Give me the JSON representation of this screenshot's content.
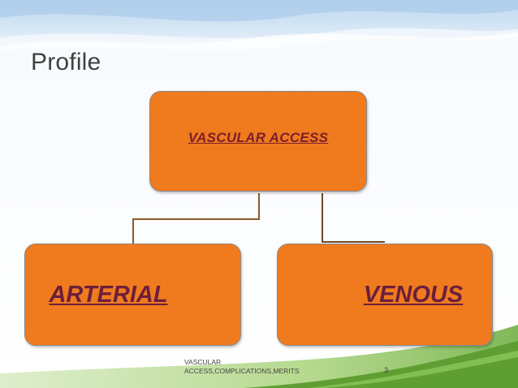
{
  "slide": {
    "title": "Profile",
    "footer": "VASCULAR ACCESS,COMPLICATIONS,MERITS",
    "page_number": "3"
  },
  "diagram": {
    "root": "VASCULAR ACCESS",
    "children": [
      "ARTERIAL",
      "VENOUS"
    ]
  },
  "colors": {
    "box_fill": "#f07a1e",
    "box_text": "#7a1f2b",
    "connector": "#8b5a2b",
    "sky": "#d6e7f5",
    "grass": "#7ab648"
  }
}
